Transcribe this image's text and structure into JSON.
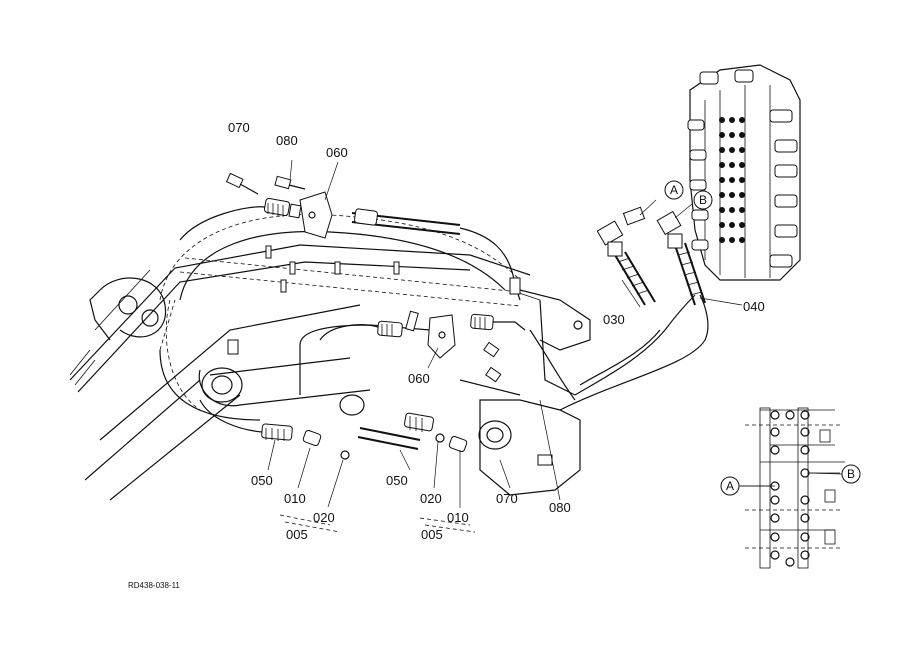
{
  "callouts": {
    "c070a": "070",
    "c080a": "080",
    "c060a": "060",
    "c060b": "060",
    "c030": "030",
    "c040": "040",
    "c050a": "050",
    "c050b": "050",
    "c010a": "010",
    "c010b": "010",
    "c020a": "020",
    "c020b": "020",
    "c005a": "005",
    "c005b": "005",
    "c070b": "070",
    "c080b": "080"
  },
  "connection_markers": {
    "a_top": "A",
    "b_top": "B",
    "a_inset": "A",
    "b_inset": "B"
  },
  "drawing_ref": "RD438-038-11"
}
